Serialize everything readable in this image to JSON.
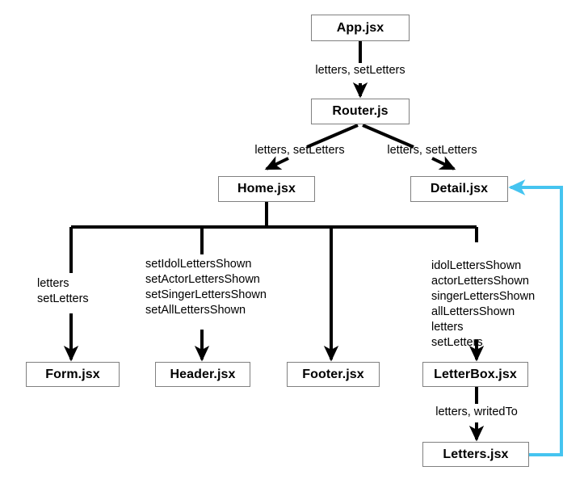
{
  "diagram": {
    "title": "React component props flow diagram",
    "colors": {
      "box_border": "#808080",
      "box_fill": "#ffffff",
      "connector": "#000000",
      "feedback_arrow": "#45c4f0",
      "text": "#000000"
    },
    "nodes": [
      {
        "id": "app",
        "label": "App.jsx"
      },
      {
        "id": "router",
        "label": "Router.js"
      },
      {
        "id": "home",
        "label": "Home.jsx"
      },
      {
        "id": "detail",
        "label": "Detail.jsx"
      },
      {
        "id": "form",
        "label": "Form.jsx"
      },
      {
        "id": "header",
        "label": "Header.jsx"
      },
      {
        "id": "footer",
        "label": "Footer.jsx"
      },
      {
        "id": "letterbox",
        "label": "LetterBox.jsx"
      },
      {
        "id": "letters",
        "label": "Letters.jsx"
      }
    ],
    "edge_labels": {
      "app_to_router": "letters, setLetters",
      "router_to_home": "letters, setLetters",
      "router_to_detail": "letters, setLetters",
      "home_to_form_line1": "letters",
      "home_to_form_line2": "setLetters",
      "home_to_header_line1": "setIdolLettersShown",
      "home_to_header_line2": "setActorLettersShown",
      "home_to_header_line3": "setSingerLettersShown",
      "home_to_header_line4": "setAllLettersShown",
      "detail_to_letterbox_line1": "idolLettersShown",
      "detail_to_letterbox_line2": "actorLettersShown",
      "detail_to_letterbox_line3": "singerLettersShown",
      "detail_to_letterbox_line4": "allLettersShown",
      "detail_to_letterbox_line5": "letters",
      "detail_to_letterbox_line6": "setLetters",
      "letterbox_to_letters": "letters, writedTo"
    }
  }
}
